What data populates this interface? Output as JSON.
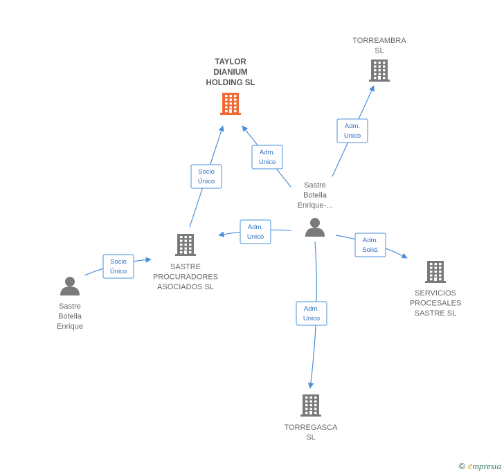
{
  "nodes": [
    {
      "id": "taylor",
      "kind": "company",
      "main": true,
      "label_lines": [
        "TAYLOR",
        "DIANIUM",
        "HOLDING  SL"
      ]
    },
    {
      "id": "torreambra",
      "kind": "company",
      "main": false,
      "label_lines": [
        "TORREAMBRA",
        "SL"
      ]
    },
    {
      "id": "sastre_ena",
      "kind": "person",
      "main": false,
      "label_lines": [
        "Sastre",
        "Botella",
        "Enrique-..."
      ]
    },
    {
      "id": "sastre_proc",
      "kind": "company",
      "main": false,
      "label_lines": [
        "SASTRE",
        "PROCURADORES",
        "ASOCIADOS SL"
      ]
    },
    {
      "id": "sastre_enrique",
      "kind": "person",
      "main": false,
      "label_lines": [
        "Sastre",
        "Botella",
        "Enrique"
      ]
    },
    {
      "id": "servicios",
      "kind": "company",
      "main": false,
      "label_lines": [
        "SERVICIOS",
        "PROCESALES",
        "SASTRE  SL"
      ]
    },
    {
      "id": "torregasca",
      "kind": "company",
      "main": false,
      "label_lines": [
        "TORREGASCA",
        "SL"
      ]
    }
  ],
  "edges": [
    {
      "id": "e1",
      "from": "sastre_ena",
      "to": "torreambra",
      "label_lines": [
        "Adm.",
        "Unico"
      ]
    },
    {
      "id": "e2",
      "from": "sastre_ena",
      "to": "taylor",
      "label_lines": [
        "Adm.",
        "Unico"
      ]
    },
    {
      "id": "e3",
      "from": "sastre_proc",
      "to": "taylor",
      "label_lines": [
        "Socio",
        "Único"
      ]
    },
    {
      "id": "e4",
      "from": "sastre_ena",
      "to": "sastre_proc",
      "label_lines": [
        "Adm.",
        "Unico"
      ]
    },
    {
      "id": "e5",
      "from": "sastre_ena",
      "to": "servicios",
      "label_lines": [
        "Adm.",
        "Solid."
      ]
    },
    {
      "id": "e6",
      "from": "sastre_enrique",
      "to": "sastre_proc",
      "label_lines": [
        "Socio",
        "Único"
      ]
    },
    {
      "id": "e7",
      "from": "sastre_ena",
      "to": "torregasca",
      "label_lines": [
        "Adm.",
        "Unico"
      ]
    }
  ],
  "colors": {
    "main_company": "#f06a35",
    "company": "#7a7a7a",
    "person": "#7a7a7a",
    "edge": "#4a90d9"
  },
  "footer": {
    "copyright": "©",
    "brand_initial": "e",
    "brand_rest": "mpresia"
  }
}
